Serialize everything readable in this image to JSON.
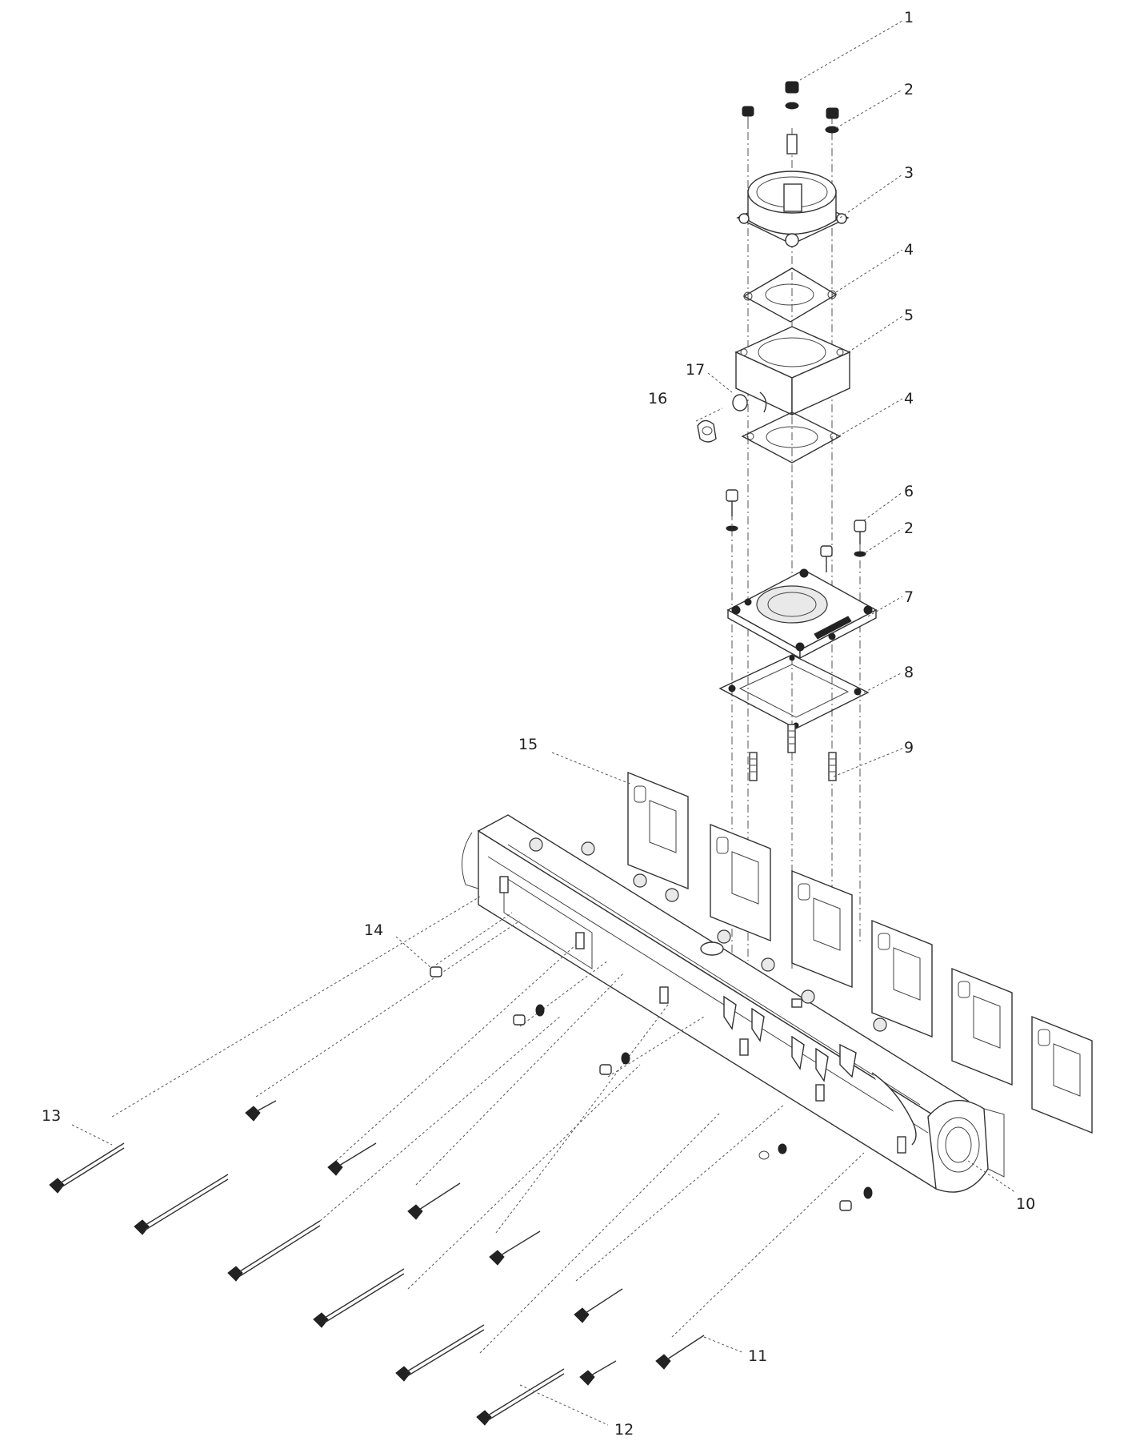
{
  "callouts": {
    "c1": "1",
    "c2a": "2",
    "c3": "3",
    "c4a": "4",
    "c5": "5",
    "c4b": "4",
    "c6": "6",
    "c2b": "2",
    "c7": "7",
    "c8": "8",
    "c9": "9",
    "c10": "10",
    "c11": "11",
    "c12": "12",
    "c13": "13",
    "c14": "14",
    "c15": "15",
    "c16": "16",
    "c17": "17"
  }
}
